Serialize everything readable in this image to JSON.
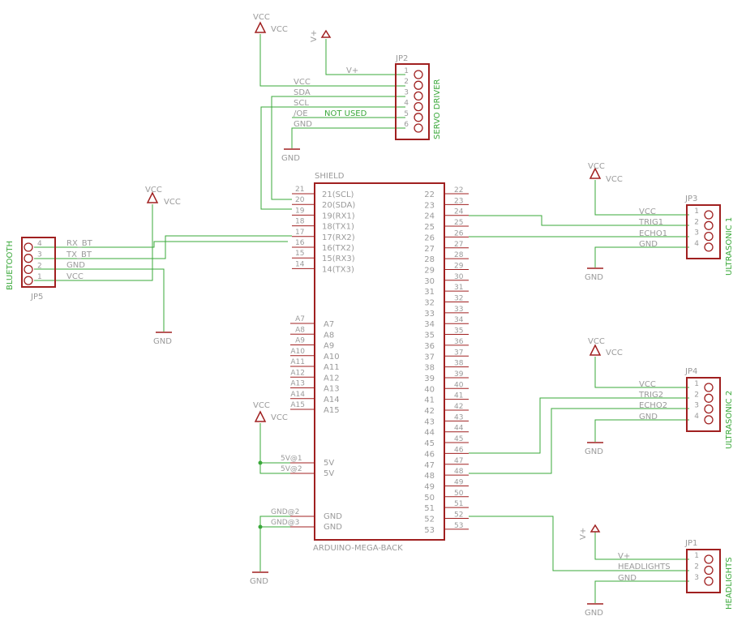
{
  "colors": {
    "wire": "#3aa83a",
    "part": "#a02020",
    "text_gray": "#9a9a9a",
    "text_green": "#3aa83a"
  },
  "vcc_label": "VCC",
  "vplus_label": "V+",
  "gnd_label": "GND",
  "shield": {
    "top_label": "SHIELD",
    "bottom_label": "ARDUINO-MEGA-BACK",
    "left_pins": [
      {
        "n": "21",
        "name": "21(SCL)"
      },
      {
        "n": "20",
        "name": "20(SDA)"
      },
      {
        "n": "19",
        "name": "19(RX1)"
      },
      {
        "n": "18",
        "name": "18(TX1)"
      },
      {
        "n": "17",
        "name": "17(RX2)"
      },
      {
        "n": "16",
        "name": "16(TX2)"
      },
      {
        "n": "15",
        "name": "15(RX3)"
      },
      {
        "n": "14",
        "name": "14(TX3)"
      }
    ],
    "analog_pins": [
      "A7",
      "A8",
      "A9",
      "A10",
      "A11",
      "A12",
      "A13",
      "A14",
      "A15"
    ],
    "power_pins": [
      {
        "n": "5V@1",
        "name": "5V"
      },
      {
        "n": "5V@2",
        "name": "5V"
      },
      {
        "n": "GND@2",
        "name": "GND"
      },
      {
        "n": "GND@3",
        "name": "GND"
      }
    ],
    "right_pins": [
      "22",
      "23",
      "24",
      "25",
      "26",
      "27",
      "28",
      "29",
      "30",
      "31",
      "32",
      "33",
      "34",
      "35",
      "36",
      "37",
      "38",
      "39",
      "40",
      "41",
      "42",
      "43",
      "44",
      "45",
      "46",
      "47",
      "48",
      "49",
      "50",
      "51",
      "52",
      "53"
    ]
  },
  "jp2": {
    "ref": "JP2",
    "title": "SERVO DRIVER",
    "pins": [
      "1",
      "2",
      "3",
      "4",
      "5",
      "6"
    ],
    "nets": [
      "V+",
      "VCC",
      "SDA",
      "SCL",
      "/OE",
      "GND"
    ],
    "note": "NOT USED"
  },
  "jp3": {
    "ref": "JP3",
    "title": "ULTRASONIC 1",
    "pins": [
      "1",
      "2",
      "3",
      "4"
    ],
    "nets": [
      "VCC",
      "TRIG1",
      "ECHO1",
      "GND"
    ]
  },
  "jp4": {
    "ref": "JP4",
    "title": "ULTRASONIC 2",
    "pins": [
      "1",
      "2",
      "3",
      "4"
    ],
    "nets": [
      "VCC",
      "TRIG2",
      "ECHO2",
      "GND"
    ]
  },
  "jp1": {
    "ref": "JP1",
    "title": "HEADLIGHTS",
    "pins": [
      "1",
      "2",
      "3"
    ],
    "nets": [
      "V+",
      "HEADLIGHTS",
      "GND"
    ]
  },
  "jp5": {
    "ref": "JP5",
    "title": "BLUETOOTH",
    "pins": [
      "4",
      "3",
      "2",
      "1"
    ],
    "nets": [
      "RX_BT",
      "TX_BT",
      "GND",
      "VCC"
    ]
  }
}
